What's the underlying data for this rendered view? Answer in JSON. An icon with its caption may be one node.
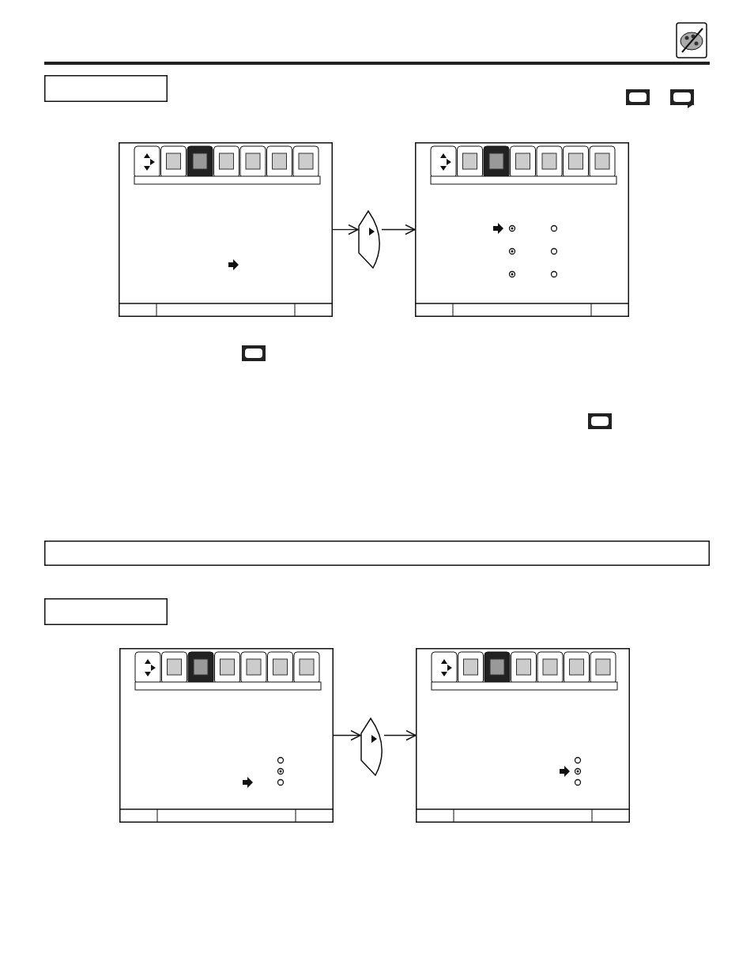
{
  "diagram": {
    "nodes": [
      {
        "text": [],
        "shape": "box"
      },
      {
        "text": [],
        "shape": "screen"
      },
      {
        "text": [],
        "shape": "button"
      },
      {
        "text": [],
        "shape": "screen"
      },
      {
        "text": [],
        "shape": "bar"
      },
      {
        "text": [],
        "shape": "box"
      },
      {
        "text": [],
        "shape": "screen"
      },
      {
        "text": [],
        "shape": "button"
      },
      {
        "text": [],
        "shape": "screen"
      }
    ],
    "edges": [
      {
        "from": 1,
        "to": 2,
        "arrow": "to"
      },
      {
        "from": 2,
        "to": 3,
        "arrow": "to"
      },
      {
        "from": 6,
        "to": 7,
        "arrow": "to"
      },
      {
        "from": 7,
        "to": 8,
        "arrow": "to"
      }
    ]
  }
}
